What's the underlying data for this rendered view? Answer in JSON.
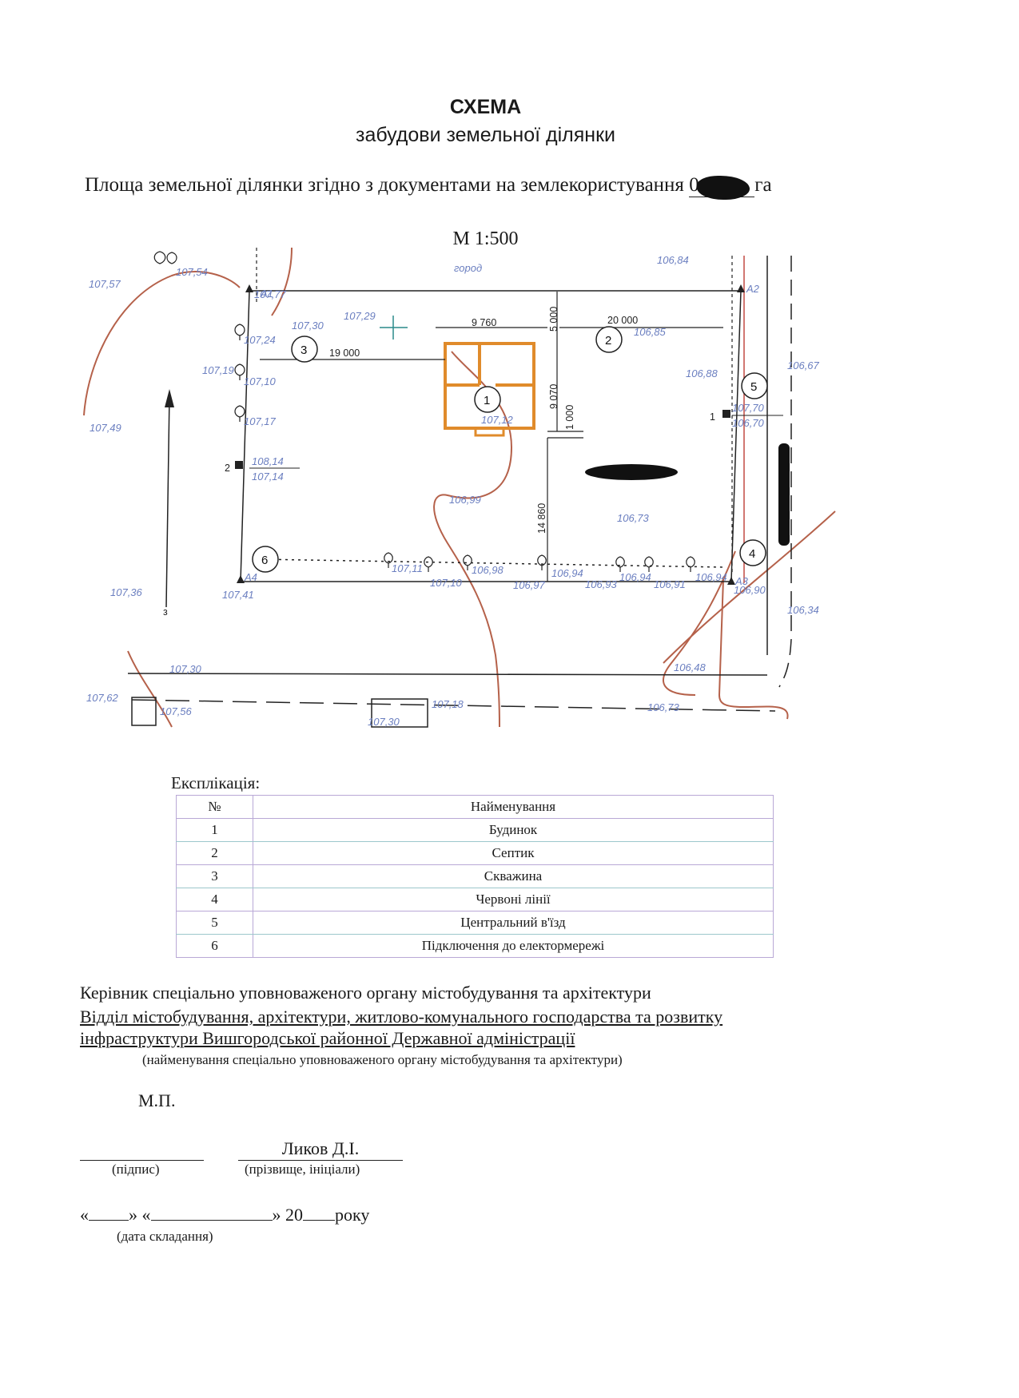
{
  "header": {
    "title": "СХЕМА",
    "subtitle": "забудови земельної ділянки",
    "area_prefix": "Площа земельної ділянки згідно з документами на землекористування",
    "area_value": "0",
    "area_unit": "га",
    "scale": "М 1:500"
  },
  "plan": {
    "garden_label": "город",
    "dimensions": [
      "9 760",
      "20 000",
      "19 000",
      "5 000",
      "9 070",
      "1 000",
      "14 860"
    ],
    "points": [
      "А1",
      "А2",
      "А3",
      "А4"
    ],
    "markers": [
      "1",
      "2",
      "3",
      "4",
      "5",
      "6"
    ],
    "side_labels": [
      "1",
      "2"
    ],
    "north": "з",
    "elevations": [
      "107,54",
      "107,57",
      "107,77",
      "107,30",
      "107,29",
      "106,84",
      "106,85",
      "107,24",
      "106,67",
      "106,88",
      "107,19",
      "107,10",
      "107,70",
      "106,70",
      "107,17",
      "107,49",
      "108,14",
      "107,14",
      "107,12",
      "106,99",
      "106,73",
      "107,36",
      "107,41",
      "107,11",
      "107,10",
      "106,98",
      "106,97",
      "106,94",
      "106,93",
      "106,94",
      "106,91",
      "106,94",
      "106,90",
      "106,34",
      "107,30",
      "106,48",
      "107,62",
      "107,56",
      "107,30",
      "107,18",
      "106,73"
    ]
  },
  "explication": {
    "label": "Експлікація:",
    "col_no": "№",
    "col_name": "Найменування",
    "rows": [
      {
        "no": "1",
        "name": "Будинок"
      },
      {
        "no": "2",
        "name": "Септик"
      },
      {
        "no": "3",
        "name": "Скважина"
      },
      {
        "no": "4",
        "name": "Червоні лінії"
      },
      {
        "no": "5",
        "name": "Центральний в'їзд"
      },
      {
        "no": "6",
        "name": "Підключення до електормережі"
      }
    ]
  },
  "footer": {
    "head_line1": "Керівник спеціально уповноваженого органу містобудування та архітектури",
    "head_line2": "Відділ містобудування, архітектури, житлово-комунального господарства та розвитку",
    "head_line3": "інфраструктури Вишгородської районної Державної адміністрації",
    "head_note": "(найменування спеціально уповноваженого органу   містобудування та архітектури)",
    "stamp": "М.П.",
    "signature_label": "(підпис)",
    "name_value": "Ликов Д.І.",
    "name_label": "(прізвище, ініціали)",
    "date_prefix": "«",
    "date_mid": "» «",
    "date_suffix": "» 20",
    "date_year_word": "року",
    "date_label": "(дата складання)"
  }
}
